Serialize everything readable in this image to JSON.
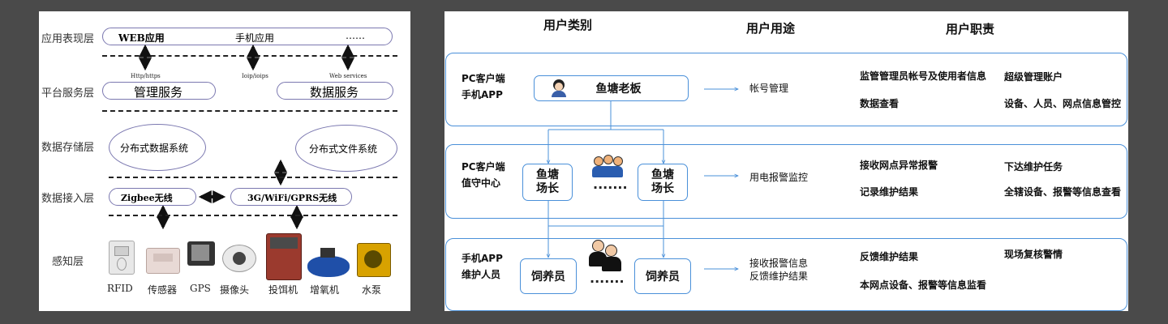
{
  "architecture": {
    "layers": [
      "应用表现层",
      "平台服务层",
      "数据存储层",
      "数据接入层",
      "感知层"
    ],
    "app_items": [
      "WEB应用",
      "手机应用",
      "……"
    ],
    "protocols": [
      "Http/https",
      "Ioip/ioips",
      "Web services"
    ],
    "services": [
      "管理服务",
      "数据服务"
    ],
    "storage": [
      "分布式数据系统",
      "分布式文件系统"
    ],
    "access": [
      "Zigbee无线",
      "3G/WiFi/GPRS无线"
    ],
    "devices": [
      "RFID",
      "传感器",
      "GPS",
      "摄像头",
      "投饵机",
      "增氧机",
      "水泵"
    ]
  },
  "roles": {
    "headers": [
      "用户类别",
      "用户用途",
      "用户职责"
    ],
    "rows": [
      {
        "clients": [
          "PC客户端",
          "手机APP"
        ],
        "nodes": [
          "鱼塘老板"
        ],
        "usage": [
          "帐号管理"
        ],
        "duties": [
          "监管管理员帐号及使用者信息",
          "超级管理账户",
          "数据查看",
          "设备、人员、网点信息管控"
        ]
      },
      {
        "clients": [
          "PC客户端",
          "值守中心"
        ],
        "nodes": [
          "鱼塘\n场长",
          "鱼塘\n场长"
        ],
        "ellipsis": "·······",
        "usage": [
          "用电报警监控"
        ],
        "duties": [
          "接收网点异常报警",
          "下达维护任务",
          "记录维护结果",
          "全辖设备、报警等信息查看"
        ]
      },
      {
        "clients": [
          "手机APP",
          "维护人员"
        ],
        "nodes": [
          "饲养员",
          "饲养员"
        ],
        "ellipsis": "·······",
        "usage": [
          "接收报警信息",
          "反馈维护结果"
        ],
        "duties": [
          "反馈维护结果",
          "现场复核警情",
          "本网点设备、报警等信息监看"
        ]
      }
    ]
  }
}
